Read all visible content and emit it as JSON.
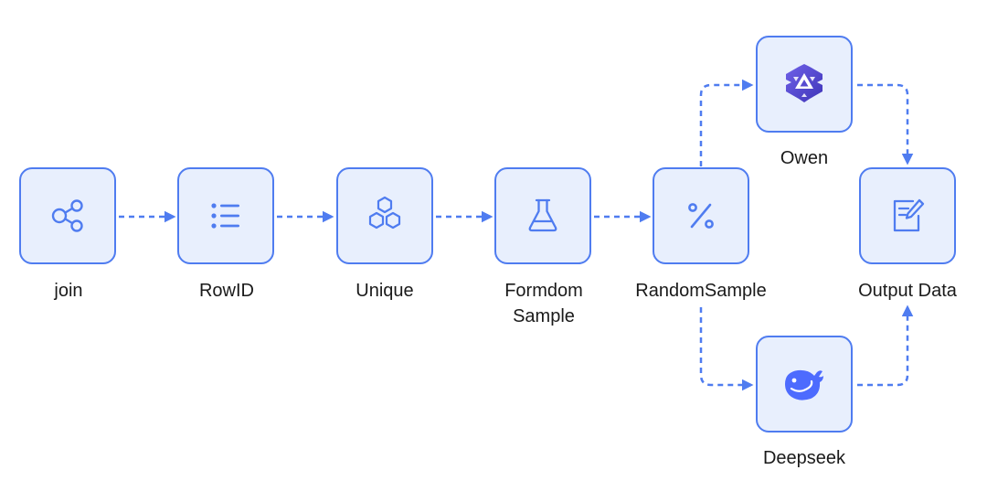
{
  "colors": {
    "accent": "#4f7cf0",
    "node_fill": "#e8effd",
    "label_text": "#1a1a1a",
    "icon_stroke": "#4f7cf0",
    "qwen_brand": "#5a4fd8",
    "deepseek_brand": "#4d6bfe"
  },
  "nodes": {
    "join": {
      "label": "join",
      "icon": "share-icon"
    },
    "rowid": {
      "label": "RowID",
      "icon": "list-icon"
    },
    "unique": {
      "label": "Unique",
      "icon": "hexagons-icon"
    },
    "formdom": {
      "label": "Formdom\nSample",
      "icon": "flask-icon"
    },
    "random": {
      "label": "RandomSample",
      "icon": "percent-icon"
    },
    "owen": {
      "label": "Owen",
      "icon": "qwen-logo-icon"
    },
    "deepseek": {
      "label": "Deepseek",
      "icon": "deepseek-whale-icon"
    },
    "output": {
      "label": "Output Data",
      "icon": "edit-note-icon"
    }
  },
  "edges": [
    {
      "from": "join",
      "to": "rowid"
    },
    {
      "from": "rowid",
      "to": "unique"
    },
    {
      "from": "unique",
      "to": "formdom"
    },
    {
      "from": "formdom",
      "to": "random"
    },
    {
      "from": "random",
      "to": "owen"
    },
    {
      "from": "random",
      "to": "deepseek"
    },
    {
      "from": "owen",
      "to": "output"
    },
    {
      "from": "deepseek",
      "to": "output"
    }
  ]
}
